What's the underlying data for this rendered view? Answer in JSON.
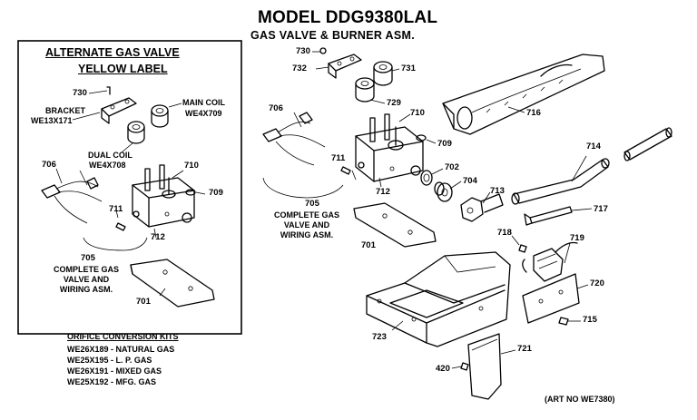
{
  "header": {
    "title": "MODEL DDG9380LAL",
    "subtitle": "GAS VALVE & BURNER ASM."
  },
  "inset": {
    "heading_line1": "ALTERNATE GAS VALVE",
    "heading_line2": "YELLOW LABEL",
    "labels": {
      "p730": "730",
      "bracket_line1": "BRACKET",
      "bracket_line2": "WE13X171",
      "main_coil_line1": "MAIN COIL",
      "main_coil_line2": "WE4X709",
      "dual_coil_line1": "DUAL COIL",
      "dual_coil_line2": "WE4X708",
      "p706": "706",
      "p710": "710",
      "p709": "709",
      "p711": "711",
      "p712": "712",
      "p705": "705",
      "complete_line1": "COMPLETE GAS",
      "complete_line2": "VALVE AND",
      "complete_line3": "WIRING ASM.",
      "p701": "701"
    }
  },
  "orifice_kits": {
    "heading": "ORIFICE CONVERSION KITS",
    "items": [
      "WE26X189 - NATURAL GAS",
      "WE25X195 - L. P. GAS",
      "WE26X191 - MIXED GAS",
      "WE25X192 - MFG. GAS"
    ]
  },
  "main_labels": {
    "p730": "730",
    "p732": "732",
    "p731": "731",
    "p729": "729",
    "p716": "716",
    "p706": "706",
    "p710": "710",
    "p709": "709",
    "p711": "711",
    "p712": "712",
    "p702": "702",
    "p704": "704",
    "p713": "713",
    "p714": "714",
    "p717": "717",
    "p705": "705",
    "complete_line1": "COMPLETE GAS",
    "complete_line2": "VALVE AND",
    "complete_line3": "WIRING ASM.",
    "p701": "701",
    "p718": "718",
    "p719": "719",
    "p720": "720",
    "p715": "715",
    "p723": "723",
    "p721": "721",
    "p420": "420"
  },
  "art_number": "(ART NO  WE7380)"
}
